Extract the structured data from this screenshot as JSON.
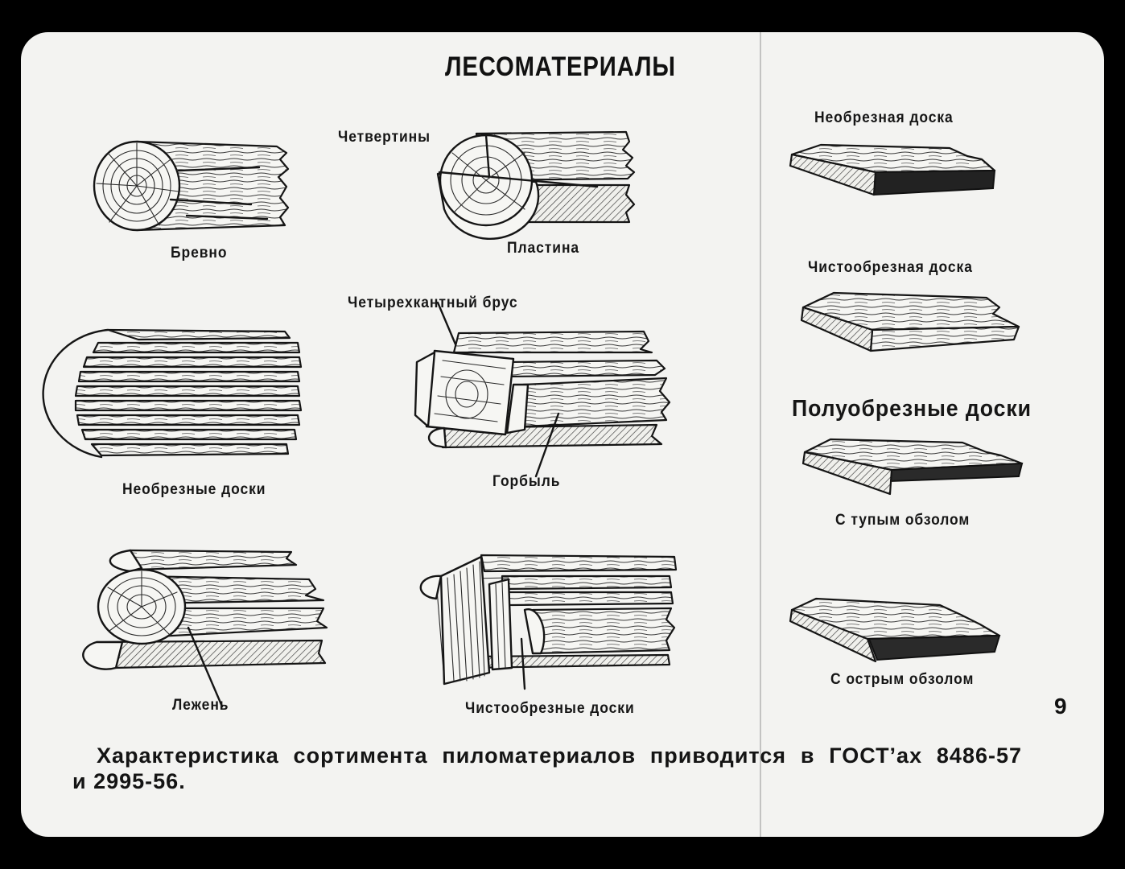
{
  "title": "ЛЕСОМАТЕРИАЛЫ",
  "page_number": "9",
  "labels": {
    "brevno": "Бревно",
    "chetvertiny": "Четвертины",
    "plastina": "Пластина",
    "neobreznaya_doska": "Необрезная доска",
    "chistoobreznaya_doska": "Чистообрезная доска",
    "chetyrekhkantny_brus": "Четырехкантный брус",
    "neobreznye_doski": "Необрезные доски",
    "gorbyl": "Горбыль",
    "poluobreznye_doski": "Полуобрезные доски",
    "s_tupym_obzolom": "С тупым обзолом",
    "lezhen": "Лежень",
    "chistoobreznye_doski": "Чистообрезные доски",
    "s_ostrym_obzolom": "С острым обзолом"
  },
  "footer": {
    "line1": "Характеристика сортимента пиломатериалов приводится в ГОСТ’ах 8486-57",
    "line2": "и 2995-56."
  }
}
